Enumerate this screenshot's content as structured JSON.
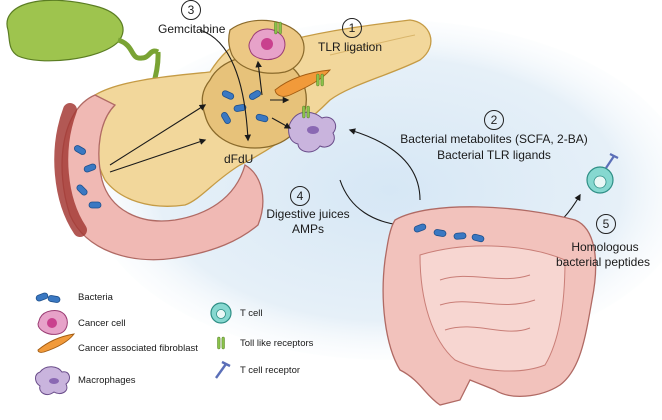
{
  "steps": {
    "s1": {
      "num": "1",
      "label": "TLR ligation"
    },
    "s2": {
      "num": "2",
      "line1": "Bacterial metabolites (SCFA, 2-BA)",
      "line2": "Bacterial TLR ligands"
    },
    "s3": {
      "num": "3",
      "label": "Gemcitabine"
    },
    "s4": {
      "num": "4",
      "line1": "Digestive juices",
      "line2": "AMPs"
    },
    "s5": {
      "num": "5",
      "line1": "Homologous",
      "line2": "bacterial peptides"
    }
  },
  "labels": {
    "metabolite": "dFdU"
  },
  "legend": {
    "bacteria": "Bacteria",
    "cancer_cell": "Cancer cell",
    "caf": "Cancer associated fibroblast",
    "macrophages": "Macrophages",
    "t_cell": "T cell",
    "tlr": "Toll like receptors",
    "tcr": "T cell receptor"
  },
  "colors": {
    "background_wash": "#dbe9f4",
    "pancreas": "#f2d79b",
    "gallbladder": "#9ec44e",
    "duodenum": "#f0b9b4",
    "intestine": "#f2c2bc",
    "bacteria": "#3a78c2",
    "cancer_cell": "#e7a2c9",
    "fibroblast": "#f19a3a",
    "macrophage": "#c9b4dd",
    "t_cell": "#86d8d0",
    "tlr": "#8bc34a",
    "tcr": "#5b6fb8"
  }
}
